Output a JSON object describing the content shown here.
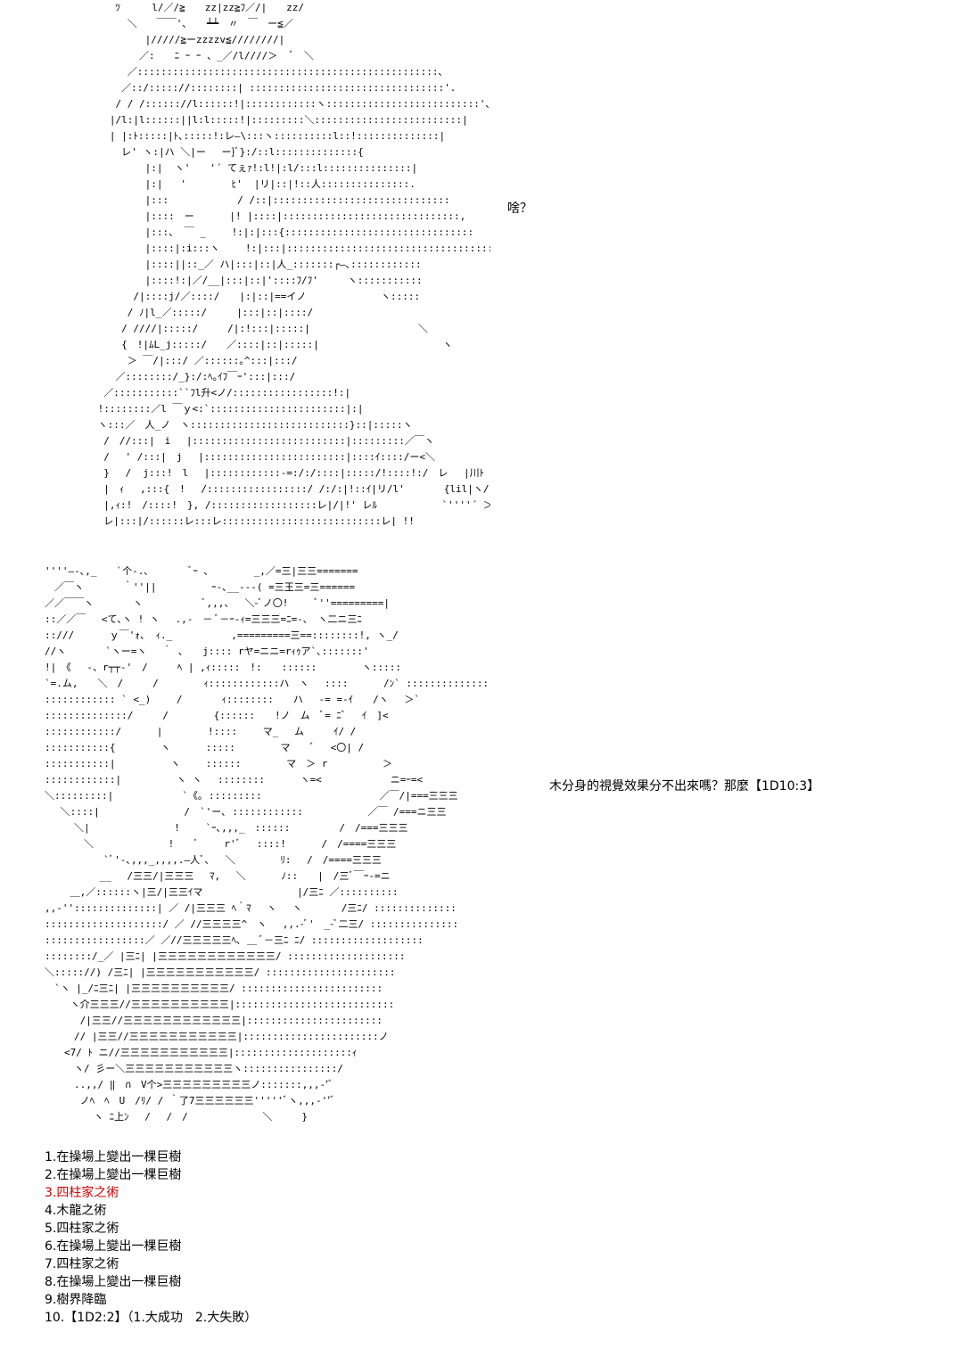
{
  "art_top": "            ﾂ　　  l/／/≧　　zz|zz≧ﾌ／/|　　zz/\n              ＼　　￣￣'､　　┷┷　〃　￣　ー≦／\n                 |/////≧ーzzzzv≦////////|\n                ／:　　ﾆ ｰ ｰ 、_／/l////＞  ﾞ　＼\n              ／:::::::::::::::::::::::::::::::::::::::::::::::::::､\n             ／::/::::://::::::::| :::::::::::::::::::::::::::::::::'.\n            / / /:::::://l::::::!|::::::::::::ヽ::::::::::::::::::::::::::'､\n           |/l:|l::::::||l:l:::::!|:::::::::＼:::::::::::::::::::::::::|\n           | |:ﾄ:::::|ﾄ､:::::!:レ―\\:::ヽ::::::::::l::!::::::::::::::|\n             レ' ヽ:|ハ ＼|ー　 ー}ﾞ}:/::l::::::::::::::{\n                 |:|  ヽ'　　'´ てぇｧ!:l!|:l/:::l:::::::::::::::|\n                 |:|   '　　　　 ﾋ'  |リ|::|!::人:::::::::::::::.\n                 |:::　　　　　　　/ /::|::::::::::::::::::::::::::::::\n                 |::::　ー　　　 |! |::::|::::::::::::::::::::::::::::::,\n                 |:::、 ￣ _　　 !:|:|:::{::::::::::::::::::::::::::::::::\n                 |::::|:i:::ヽ　　 !:|:::|:::::::::::::::::::::::::::::::::::::\n                 |::::||::_／ ハ|:::|::|人_:::::::┌―､::::::::::::\n                 |::::!:|／/__|:::|::|'::::ﾌ/ﾌ'　　　ヽ:::::::::::\n               /|::::j/／::::/　　|:|::|==イノ　　　　　　　 ヽ:::::\n              / ﾉ|l_／:::::/　　　|:::|::|::::/\n             / ////|:::::/　　　/|:!:::|:::::|　　　　　　　　　　　＼\n             {　!|ﾑL_j:::::/　　／::::|::|:::::|　　　　　　　　　　　　 ヽ\n              ＞ ￣/|:::/ ／::::::｡^:::|:::/\n            ／::::::::/_}:/:ﾍ｡ｲﾌ￣ｰ':::|:::/\n          ／:::::::::::``ﾌl升<ノ/:::::::::::::::::!:|\n         !::::::::／l ￣ｙ<:`:::::::::::::::::::::::|:|\n         ヽ:::／　人_ノ　ヽ:::::::::::::::::::::::::::}::|:::::ヽ\n          /　//:::|　i　 |::::::::::::::::::::::::::|:::::::::／￣ヽ\n          /　 ' /:::|　j　 |::::::::::::::::::::::::|::::ｲ::::/ー<＼\n          }　 /  j:::!　l　 |::::::::::::-=:/:/::::|:::::/!::::!:/　レ　 |川ﾄ j\n          |　ｨ　 ,:::{　!　 /:::::::::::::::::/ /:/:|!::ｲ|リ/l'　　　　{lil|ヽ/ ＜\n          |,ｨ:!　/::::!　}, /::::::::::::::::::レ|/|!' レﾙ　　　　　　 `''''´ ＞\n          レ|:::|/::::::レ:::レ:::::::::::::::::::::::::::レ| !!",
  "caption_1": "啥？",
  "art_bottom": "''''―-､,_　　`个-.､　　　　ﾞｰ ､　　　　 _,／=三|三三=======\n　／￣ヽ　　　　｀''||　　　　　 ｰ-､__---( =三王三=三======\n／／￣￣ヽ　　　　ヽ　　　　　　ﾞ,,,、　 ＼-ﾞノ〇!　　 ﾞ''=========|\n::／／￣　 <て､ヽ ! ヽ　 .,-　－ ﾞ－ｰ-ｨ=三三三=ﾆ=-､　ヽ二ニ三ﾆ\n::///　　 　ｙ￣'ｫ、 ｨ._　　　　　　,=========三==::::::::!, ヽ_/\n//ヽ　　　　`ヽー=ヽ　 ｀ 、　　j:::: rヤ=ニニ=rｨｩア`､:::::::'\n!|　《　 -、r┬┬-'　/　　　ﾍ | ,ｨ:::::　!:　　::::::　　　　 ヽ:::::\n`=.ム,　　＼　/　　　/　　　　 ｨ::::::::::::ハ　ヽ　 ::::　　　 /ﾝ` ::::::::::::::\n:::::::::::: ` <_)　　 /　　　　ｨ::::::::　　ハ 　-= =-ｲ　　/ヽ　 ＞`\n::::::::::::::/　　　/　　　　 {::::::　　!ノ　ム　ﾞ= ﾆﾞ　 ｲ　]<\n::::::::::::/　　　 |　　　　 !::::　　 マ_　 ム　　　ｲ/ /\n:::::::::::{　　　　 ヽ　　　 :::::　　　　 マ　　ﾞ　 <〇| /\n:::::::::::|　　　　　 ヽ　　 ::::::　　　　 マ　＞ r　　　　　 ＞\n::::::::::::|　　　　　 ヽ ヽ　 ::::::::　　　 ヽ=<　　　　　　　ニ=ｰ=<\n＼:::::::::|　　　　　　　`《｡ :::::::::　　　　　　　　　　　　／￣/|===三三三\n　 ＼::::|　　　　　　　　 /　`'ー､ ::::::::::::　　　　　　 ／￣ /===ニ三三\n　　　＼|　　　　　　　　 !　　 `ｰ､,,,_　::::::　　　　　/　/===三三三\n　　　　＼　　　　　　　 !　　ﾞ　　 r'ﾞ 　::::!　　　 /　/====三三三\n　　　　　　`ﾞ'-､,,,_,,,,.―人ﾞ､　 ＼　　　　 ﾘ:　 /　/====三三三\n　　　　　 __　 /三三/|三三三　 ﾏ,　 ＼　　　 ﾉ::　　|　/三ﾞ￣ｰ-=ニ\n　　 ＿,／::::::ヽ|三/|三三ｲマ　　　　　　　　　 |/三ﾆ ／::::::::::\n,,-''::::::::::::::| ／ /|三三三 ﾍ｀ﾏ　 ヽ　 ヽ　　　　/三ﾆ/ ::::::::::::::\n::::::::::::::::::::/ ／ //三三三三^　ヽ　 ,,.-ﾞ'　_-ﾞ二三/ :::::::::::::::\n:::::::::::::::::／ ／//三三三三三ﾍ､ ＿ ﾞ－三ﾆ ﾆ/ :::::::::::::::::::\n::::::::/_／ |三ﾆ| |三三三三三三三三三三三三/ ::::::::::::::::::::\n＼::::://) /三ﾆ| |三三三三三三三三三三三/ ::::::::::::::::::::::\n　`ヽ |_/ﾆ三ﾆ| |三三三三三三三三三三/ ::::::::::::::::::::::::\n　　 ヽ介三三三//三三三三三三三三三三|:::::::::::::::::::::::::::\n　　　 /|三三//三三三三三三三三三三三三|:::::::::::::::::::::::\n　　　// |三三//三三三三三三三三三三三|:::::::::::::::::::::::ノ\n　　<7/ ﾄ ニ//三三三三三三三三三三三|::::::::::::::::::::ｨ\n　　　ヽ/ 彡ー＼三三三三三三三三三三三ヽ::::::::::::::::/\n　　　..,,/ ‖　∩　V个>三三三三三三三三三ノ:::::::,,,-'ﾞ\n　　　 ノﾍ　ﾍ　U　/ﾘ/ / ｀了7三三三三三三'''''ﾞヽ,,,-''ﾞ\n　　　　　ヽ ﾆ上ﾝ　 /　 /　/　　　　　　　 ＼　　　}",
  "caption_2": "木分身的視覺效果分不出來嗎？那麼【1D10:3】",
  "options": [
    "1.在操場上變出一棵巨樹",
    "2.在操場上變出一棵巨樹",
    "3.四柱家之術",
    "4.木龍之術",
    "5.四柱家之術",
    "6.在操場上變出一棵巨樹",
    "7.四柱家之術",
    "8.在操場上變出一棵巨樹",
    "9.樹界降臨",
    "10.【1D2:2】（1.大成功　2.大失敗）"
  ],
  "highlight_color": "#cc0000"
}
